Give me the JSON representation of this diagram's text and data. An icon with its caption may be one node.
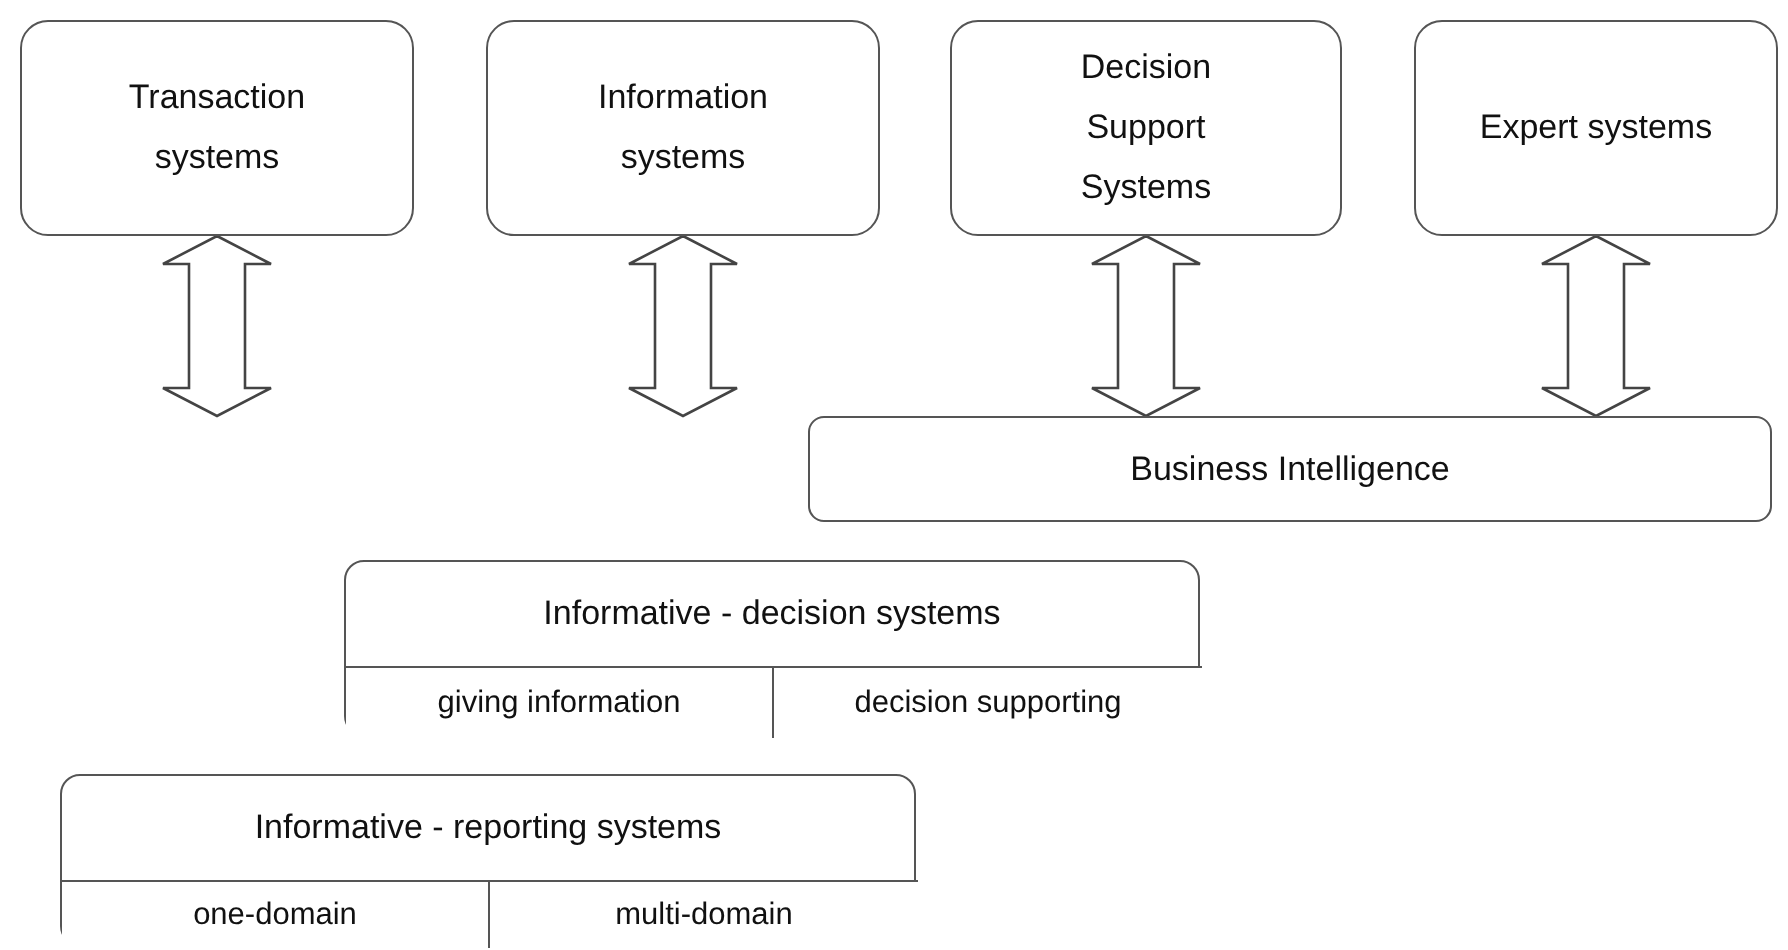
{
  "diagram": {
    "nodes": [
      {
        "text": [
          "Transaction systems"
        ]
      },
      {
        "text": [
          "Information systems"
        ]
      },
      {
        "text": [
          "Decision Support Systems"
        ]
      },
      {
        "text": [
          "Expert systems"
        ]
      },
      {
        "text": [
          "Business Intelligence"
        ]
      },
      {
        "text": [
          "Informative - decision systems"
        ]
      },
      {
        "text": [
          "giving information"
        ],
        "in": 5
      },
      {
        "text": [
          "decision supporting"
        ],
        "in": 5
      },
      {
        "text": [
          "Informative - reporting systems"
        ]
      },
      {
        "text": [
          "one-domain"
        ],
        "in": 8
      },
      {
        "text": [
          "multi-domain"
        ],
        "in": 8
      }
    ],
    "edges": [
      {
        "from": 0,
        "to": null,
        "arrow": "both"
      },
      {
        "from": 1,
        "to": null,
        "arrow": "both"
      },
      {
        "from": 2,
        "to": 4,
        "arrow": "both"
      },
      {
        "from": 3,
        "to": 4,
        "arrow": "both"
      }
    ]
  }
}
